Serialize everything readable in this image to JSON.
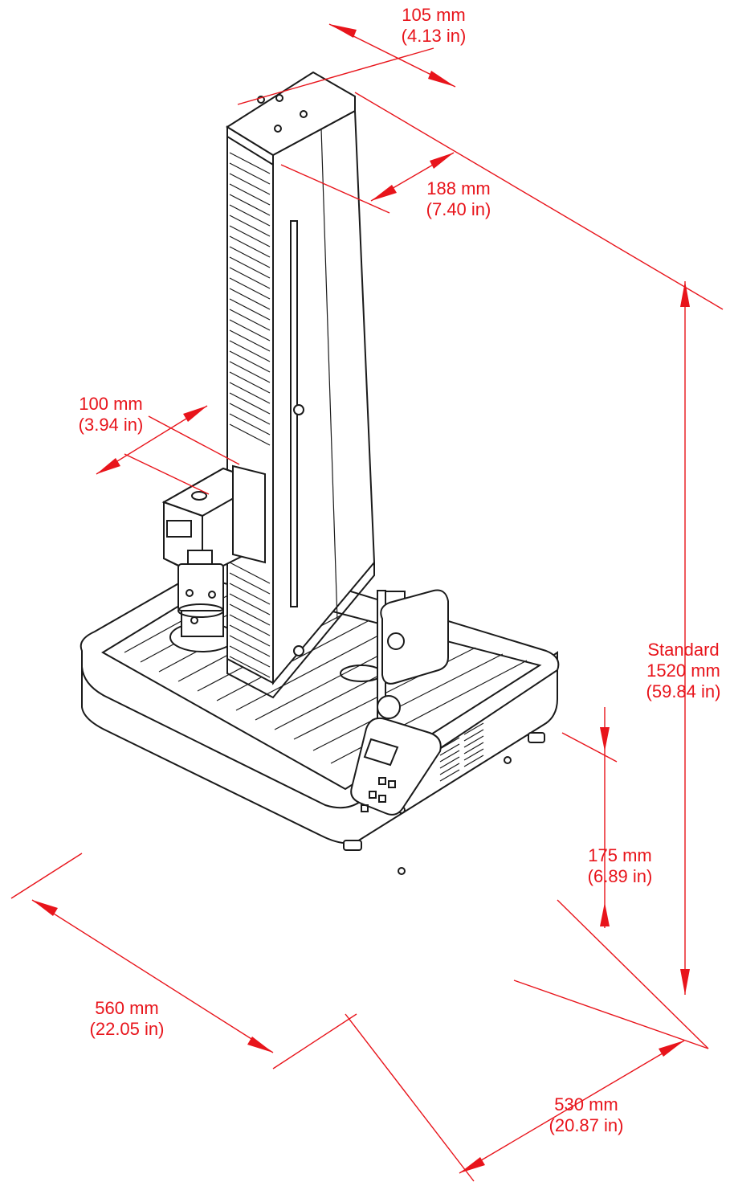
{
  "dimensions": {
    "top_width": {
      "mm": "105 mm",
      "in": "(4.13 in)"
    },
    "top_depth": {
      "mm": "188 mm",
      "in": "(7.40 in)"
    },
    "crosshead": {
      "mm": "100 mm",
      "in": "(3.94 in)"
    },
    "height": {
      "variant": "Standard",
      "mm": "1520 mm",
      "in": "(59.84 in)"
    },
    "base_height": {
      "mm": "175 mm",
      "in": "(6.89 in)"
    },
    "base_width": {
      "mm": "560 mm",
      "in": "(22.05 in)"
    },
    "base_depth": {
      "mm": "530 mm",
      "in": "(20.87 in)"
    }
  },
  "colors": {
    "dimension": "#e8141b",
    "linework": "#1a1a1a",
    "background": "#ffffff"
  }
}
